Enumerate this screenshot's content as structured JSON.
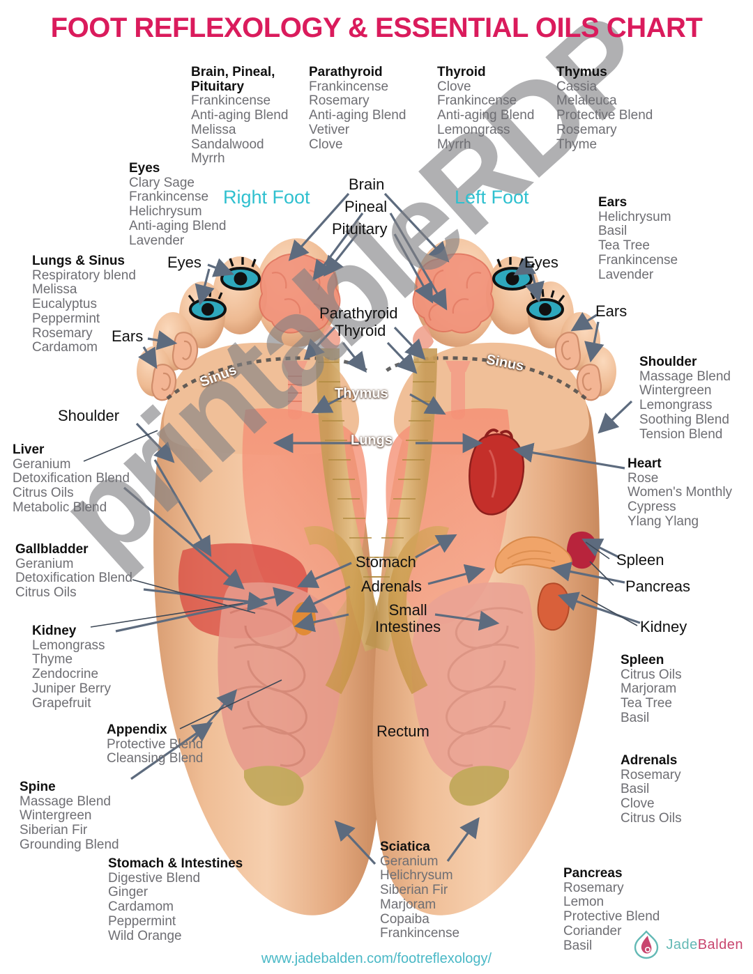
{
  "title": "FOOT REFLEXOLOGY & ESSENTIAL OILS CHART",
  "watermark": "printableRDP",
  "footer": {
    "url": "www.jadebalden.com/footreflexology/",
    "brand_first": "Jade",
    "brand_second": "Balden"
  },
  "foot_labels": {
    "right": "Right Foot",
    "left": "Left Foot"
  },
  "colors": {
    "title": "#da1b5c",
    "foot_label": "#2fc0cf",
    "url": "#49b8c6",
    "oil_text": "#6e6e73",
    "heading_text": "#101010",
    "arrow": "#5d6b7e",
    "brand_teal": "#63b9b5",
    "brand_pink": "#c8456e"
  },
  "oil_groups": [
    {
      "id": "brain-pineal-pituitary",
      "heading": "Brain, Pineal,\nPituitary",
      "oils": [
        "Frankincense",
        "Anti-aging Blend",
        "Melissa",
        "Sandalwood",
        "Myrrh"
      ]
    },
    {
      "id": "parathyroid",
      "heading": "Parathyroid",
      "oils": [
        "Frankincense",
        "Rosemary",
        "Anti-aging Blend",
        "Vetiver",
        "Clove"
      ]
    },
    {
      "id": "thyroid",
      "heading": "Thyroid",
      "oils": [
        "Clove",
        "Frankincense",
        "Anti-aging Blend",
        "Lemongrass",
        "Myrrh"
      ]
    },
    {
      "id": "thymus",
      "heading": "Thymus",
      "oils": [
        "Cassia",
        "Melaleuca",
        "Protective Blend",
        "Rosemary",
        "Thyme"
      ]
    },
    {
      "id": "eyes",
      "heading": "Eyes",
      "oils": [
        "Clary Sage",
        "Frankincense",
        "Helichrysum",
        "Anti-aging Blend",
        "Lavender"
      ]
    },
    {
      "id": "lungs-sinus",
      "heading": "Lungs & Sinus",
      "oils": [
        "Respiratory blend",
        "Melissa",
        "Eucalyptus",
        "Peppermint",
        "Rosemary",
        "Cardamom"
      ]
    },
    {
      "id": "liver",
      "heading": "Liver",
      "oils": [
        "Geranium",
        "Detoxification Blend",
        "Citrus Oils",
        "Metabolic Blend"
      ]
    },
    {
      "id": "gallbladder",
      "heading": "Gallbladder",
      "oils": [
        "Geranium",
        "Detoxification Blend",
        "Citrus Oils"
      ]
    },
    {
      "id": "kidney",
      "heading": "Kidney",
      "oils": [
        "Lemongrass",
        "Thyme",
        "Zendocrine",
        "Juniper Berry",
        "Grapefruit"
      ]
    },
    {
      "id": "appendix",
      "heading": "Appendix",
      "oils": [
        "Protective Blend",
        "Cleansing Blend"
      ]
    },
    {
      "id": "spine",
      "heading": "Spine",
      "oils": [
        "Massage Blend",
        "Wintergreen",
        "Siberian Fir",
        "Grounding Blend"
      ]
    },
    {
      "id": "stomach-intestines",
      "heading": "Stomach & Intestines",
      "oils": [
        "Digestive Blend",
        "Ginger",
        "Cardamom",
        "Peppermint",
        "Wild Orange"
      ]
    },
    {
      "id": "sciatica",
      "heading": "Sciatica",
      "oils": [
        "Geranium",
        "Helichrysum",
        "Siberian Fir",
        "Marjoram",
        "Copaiba",
        "Frankincense"
      ]
    },
    {
      "id": "ears",
      "heading": "Ears",
      "oils": [
        "Helichrysum",
        "Basil",
        "Tea Tree",
        "Frankincense",
        "Lavender"
      ]
    },
    {
      "id": "shoulder",
      "heading": "Shoulder",
      "oils": [
        "Massage Blend",
        "Wintergreen",
        "Lemongrass",
        "Soothing Blend",
        "Tension Blend"
      ]
    },
    {
      "id": "heart",
      "heading": "Heart",
      "oils": [
        "Rose",
        "Women's Monthly",
        "Cypress",
        "Ylang Ylang"
      ]
    },
    {
      "id": "spleen",
      "heading": "Spleen",
      "oils": [
        "Citrus Oils",
        "Marjoram",
        "Tea Tree",
        "Basil"
      ]
    },
    {
      "id": "adrenals",
      "heading": "Adrenals",
      "oils": [
        "Rosemary",
        "Basil",
        "Clove",
        "Citrus Oils"
      ]
    },
    {
      "id": "pancreas",
      "heading": "Pancreas",
      "oils": [
        "Rosemary",
        "Lemon",
        "Protective Blend",
        "Coriander",
        "Basil"
      ]
    }
  ],
  "callouts": {
    "brain": "Brain",
    "pineal": "Pineal",
    "pituitary": "Pituitary",
    "eyes_left": "Eyes",
    "eyes_right": "Eyes",
    "ears_left": "Ears",
    "ears_right": "Ears",
    "parathyroid": "Parathyroid",
    "thyroid": "Thyroid",
    "sinus_left": "Sinus",
    "sinus_right": "Sinus",
    "thymus": "Thymus",
    "lungs": "Lungs",
    "shoulder": "Shoulder",
    "stomach": "Stomach",
    "adrenals": "Adrenals",
    "small_intestines": "Small\nIntestines",
    "rectum": "Rectum",
    "spleen": "Spleen",
    "pancreas": "Pancreas",
    "kidney": "Kidney"
  }
}
